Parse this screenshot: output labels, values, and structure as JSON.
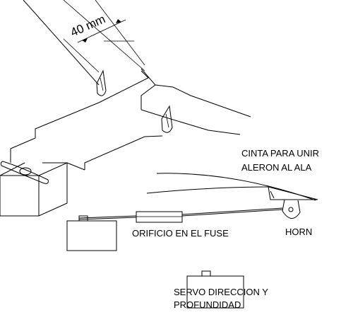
{
  "dimension": "40 mm",
  "labels": {
    "tape_line1": "CINTA PARA UNIR",
    "tape_line2": "ALERON AL ALA",
    "horn": "HORN",
    "fuse_hole": "ORIFICIO EN EL FUSE",
    "servo_line1": "SERVO DIRECCION Y",
    "servo_line2": "PROFUNDIDAD"
  },
  "colors": {
    "ink": "#000000",
    "background": "#ffffff"
  }
}
